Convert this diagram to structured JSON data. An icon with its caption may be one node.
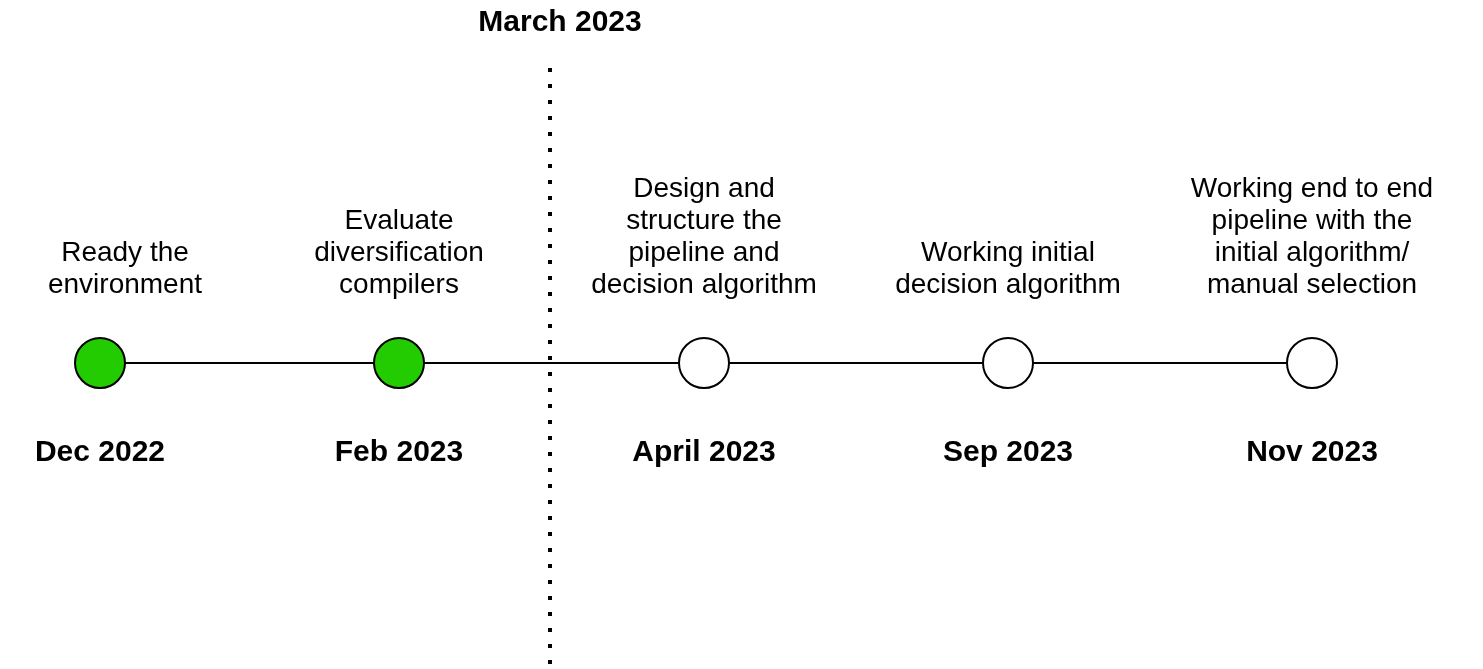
{
  "diagram": {
    "nodes": [
      {
        "text": [],
        "shape": "circle",
        "beside": [
          "Ready the environment",
          "Dec 2022"
        ]
      },
      {
        "text": [],
        "shape": "circle",
        "beside": [
          "Evaluate diversification compilers",
          "Feb 2023"
        ]
      },
      {
        "text": [],
        "shape": "circle",
        "beside": [
          "Design and structure the pipeline and decision algorithm",
          "April 2023"
        ]
      },
      {
        "text": [],
        "shape": "circle",
        "beside": [
          "Working initial decision algorithm",
          "Sep 2023"
        ]
      },
      {
        "text": [],
        "shape": "circle",
        "beside": [
          "Working end to end pipeline with the initial algorithm/ manual selection",
          "Nov 2023"
        ]
      }
    ],
    "edges": [
      {
        "from": 0,
        "to": 1,
        "arrow": "none"
      },
      {
        "from": 1,
        "to": 2,
        "arrow": "none"
      },
      {
        "from": 2,
        "to": 3,
        "arrow": "none"
      },
      {
        "from": 3,
        "to": 4,
        "arrow": "none"
      }
    ],
    "labels": [
      "March 2023"
    ]
  }
}
